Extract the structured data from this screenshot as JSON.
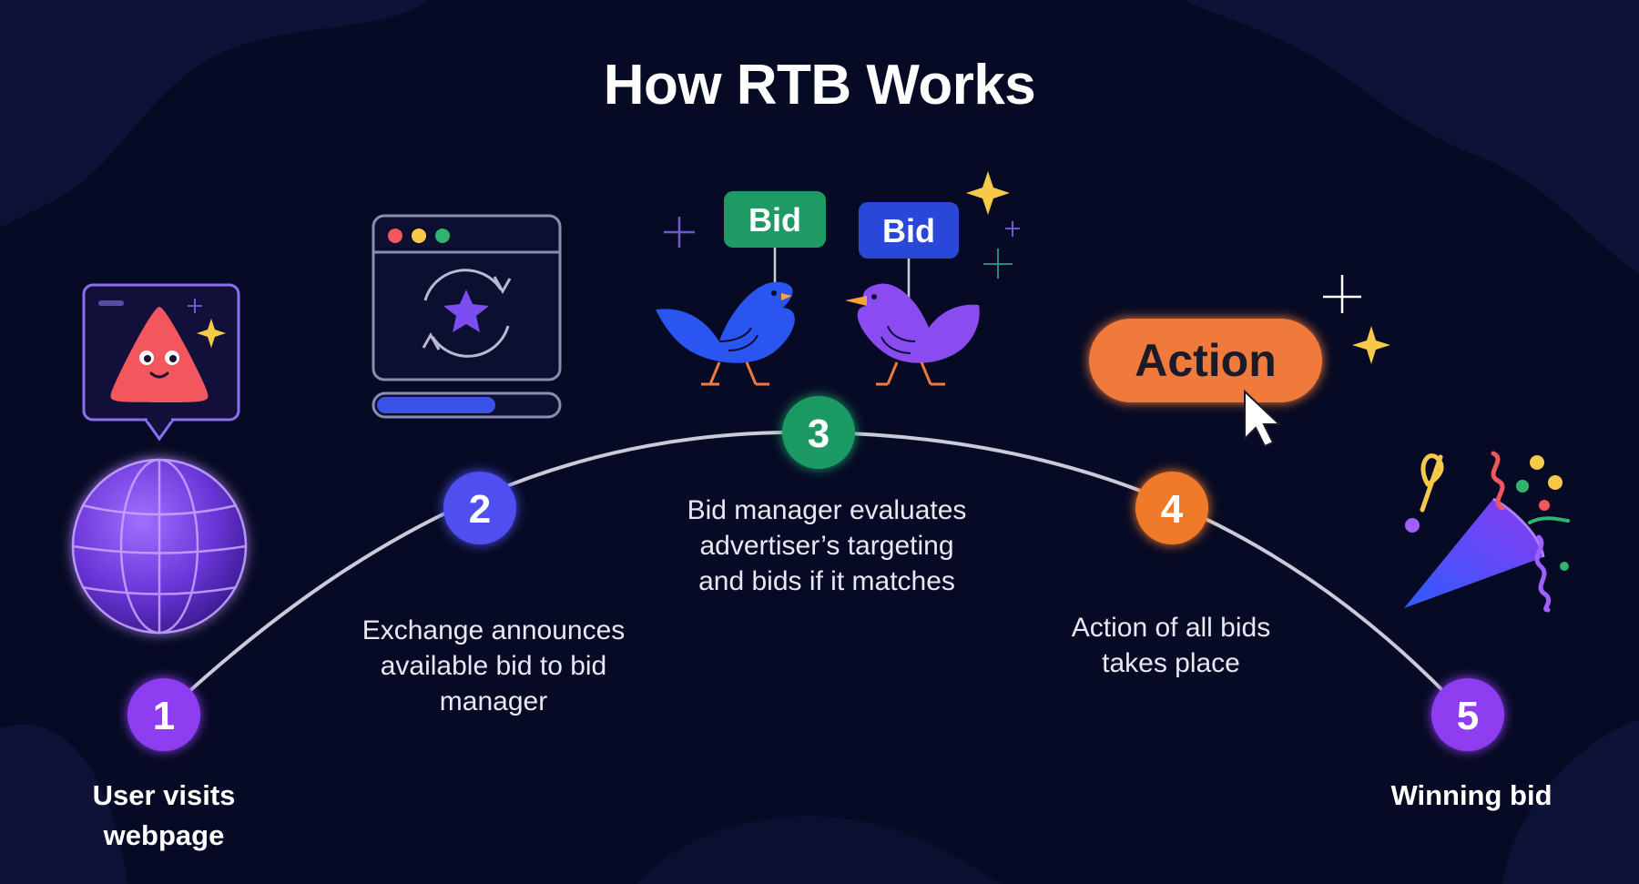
{
  "title": "How RTB Works",
  "steps": [
    {
      "number": "1",
      "caption_line1": "User visits",
      "caption_line2": "webpage",
      "color": "#8e3cf0"
    },
    {
      "number": "2",
      "caption_line1": "Exchange announces",
      "caption_line2": "available bid to bid",
      "caption_line3": "manager",
      "color": "#4f4ff0"
    },
    {
      "number": "3",
      "caption_line1": "Bid manager evaluates",
      "caption_line2": "advertiser’s targeting",
      "caption_line3": "and bids if it matches",
      "color": "#1f9a64"
    },
    {
      "number": "4",
      "caption_line1": "Action of all bids",
      "caption_line2": "takes place",
      "color": "#f07a2c"
    },
    {
      "number": "5",
      "caption_line1": "Winning bid",
      "color": "#8e3cf0"
    }
  ],
  "illustrations": {
    "bid_sign_green": "Bid",
    "bid_sign_blue": "Bid",
    "action_button": "Action"
  },
  "icons": [
    "browser-window-icon",
    "globe-icon",
    "triangle-face-icon",
    "loading-window-icon",
    "star-icon",
    "bird-icon",
    "cursor-icon",
    "party-popper-icon",
    "sparkle-icon"
  ],
  "colors": {
    "background": "#070a24",
    "arc": "#c9cbd8",
    "green_bid": "#1f9a64",
    "blue_bid": "#2a48d8",
    "action_orange": "#f07a3a"
  }
}
